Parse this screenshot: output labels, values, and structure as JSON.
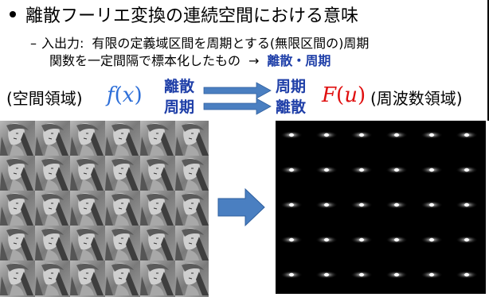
{
  "bullet": {
    "text": "離散フーリエ変換の連続空間における意味"
  },
  "sub": {
    "dash": "–",
    "label": "入出力:",
    "line1_rest": "有限の定義域区間を周期とする(無限区間の)周期",
    "line2": "関数を一定間隔で標本化したもの",
    "arrow": "→",
    "result": "離散・周期"
  },
  "spatial": {
    "label": "(空間領域)",
    "func": "f(x)"
  },
  "frequency": {
    "label": "(周波数領域)",
    "func": "F(u)"
  },
  "mapping": {
    "left": [
      "離散",
      "周期"
    ],
    "right": [
      "周期",
      "離散"
    ]
  },
  "colors": {
    "accent_blue": "#1f3fa8",
    "arrow_blue": "#4a7fc1",
    "func_spatial": "#2e6fd8",
    "func_frequency": "#e01010"
  },
  "images": {
    "left": "tiled grayscale portrait (periodic spatial image)",
    "right": "discrete frequency spectrum on black background"
  }
}
